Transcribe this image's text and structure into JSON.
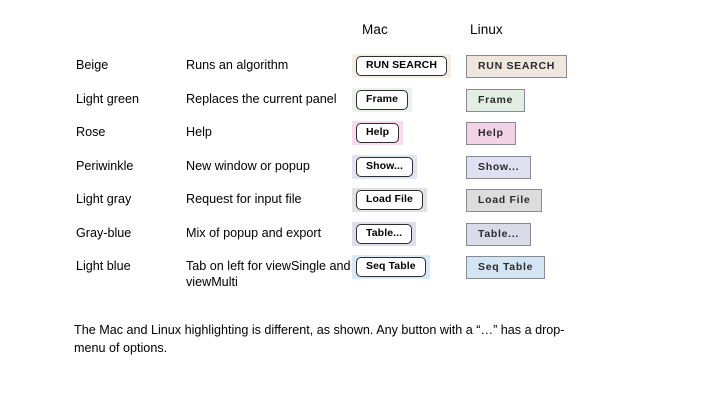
{
  "headers": {
    "mac": "Mac",
    "linux": "Linux"
  },
  "rows": [
    {
      "color_name": "Beige",
      "description": "Runs an algorithm",
      "button_label": "RUN SEARCH",
      "mac_highlight": "#f4eee3",
      "linux_fill": "#efe7de",
      "tall": false
    },
    {
      "color_name": "Light green",
      "description": "Replaces the current panel",
      "button_label": "Frame",
      "mac_highlight": "#e9f3ea",
      "linux_fill": "#e2eee4",
      "tall": false
    },
    {
      "color_name": "Rose",
      "description": "Help",
      "button_label": "Help",
      "mac_highlight": "#f8dced",
      "linux_fill": "#f2d3e6",
      "tall": false
    },
    {
      "color_name": "Periwinkle",
      "description": "New window or popup",
      "button_label": "Show...",
      "mac_highlight": "#e3e3f7",
      "linux_fill": "#e0e0f2",
      "tall": false
    },
    {
      "color_name": "Light gray",
      "description": "Request for input file",
      "button_label": "Load File",
      "mac_highlight": "#e2e2e2",
      "linux_fill": "#dcdcdc",
      "tall": false
    },
    {
      "color_name": "Gray-blue",
      "description": "Mix of popup and export",
      "button_label": "Table...",
      "mac_highlight": "#dedeea",
      "linux_fill": "#dadae8",
      "tall": false
    },
    {
      "color_name": "Light blue",
      "description": "Tab on left for viewSingle and viewMulti",
      "button_label": "Seq Table",
      "mac_highlight": "#d9e9f7",
      "linux_fill": "#d3e4f3",
      "tall": true
    }
  ],
  "footnote": "The Mac and Linux highlighting is different, as shown. Any button with a “…” has a drop-menu of options."
}
